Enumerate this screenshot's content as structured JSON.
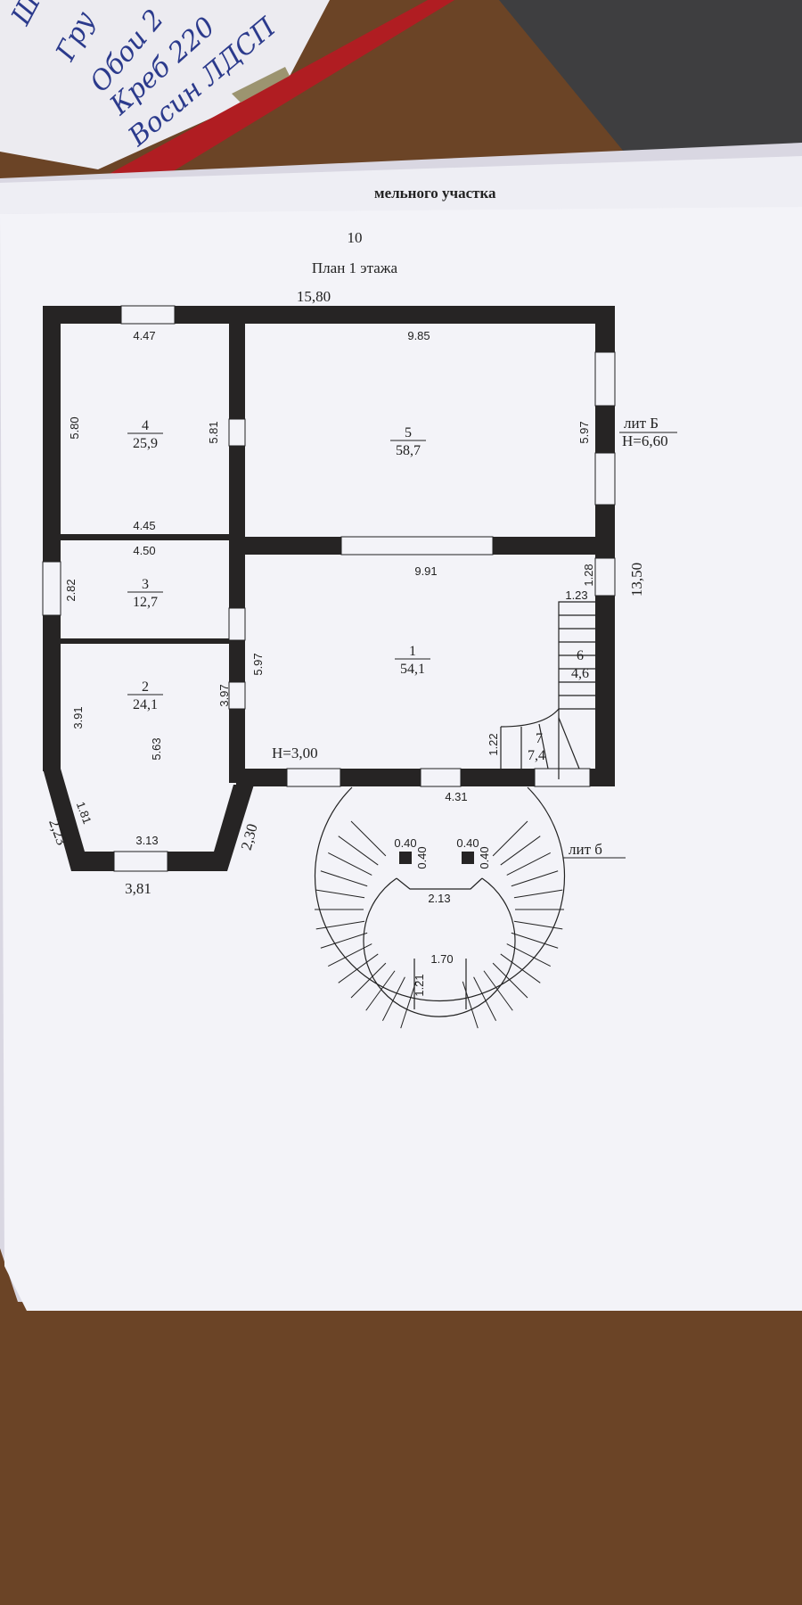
{
  "handwritten_note": [
    "Шп",
    "Гру",
    "Обои 2",
    "Креб 220",
    "Восин ЛДСП"
  ],
  "header_fragment": "мельного участка",
  "page_number": "10",
  "title": "План 1 этажа",
  "overall": {
    "width": "15,80",
    "depth": "13,50",
    "bay_width": "3,81",
    "bay_side_left": "2,23",
    "bay_side_right": "2,30"
  },
  "labels": {
    "lit_B": "лит Б",
    "height_B": "H=6,60",
    "height_main": "H=3,00",
    "lit_b": "лит б"
  },
  "rooms": [
    {
      "number": "4",
      "area": "25,9"
    },
    {
      "number": "5",
      "area": "58,7"
    },
    {
      "number": "3",
      "area": "12,7"
    },
    {
      "number": "2",
      "area": "24,1"
    },
    {
      "number": "1",
      "area": "54,1"
    },
    {
      "number": "6",
      "area": "4,6"
    },
    {
      "number": "7",
      "area": "7,4"
    }
  ],
  "dims": {
    "r4_top": "4.47",
    "r5_top": "9.85",
    "r4_left": "5.80",
    "r4_right": "5.81",
    "r5_right": "5.97",
    "r4_bottom": "4.45",
    "r3_top": "4.50",
    "r1_top": "9.91",
    "stair_w": "1.28",
    "stair_top": "1.23",
    "r3_left": "2.82",
    "r1_left": "5.97",
    "r2_left": "3.91",
    "r2_right": "3.97",
    "r2_depth": "5.63",
    "stair7": "1.22",
    "entry": "4.31",
    "bay_side": "1.81",
    "bay_bottom": "3.13",
    "col1_w": "0.40",
    "col1_h": "0.40",
    "col2_w": "0.40",
    "col2_h": "0.40",
    "porch_inner": "2.13",
    "porch_arc": "1.70",
    "porch_step": "1.21"
  }
}
